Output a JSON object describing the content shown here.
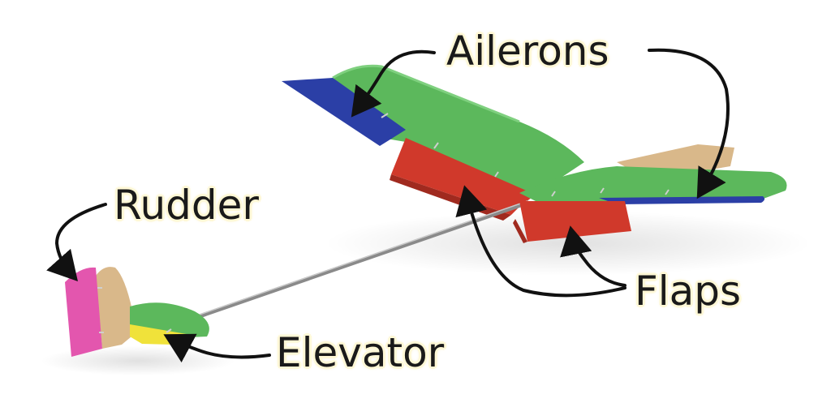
{
  "labels": {
    "ailerons": "Ailerons",
    "rudder": "Rudder",
    "flaps": "Flaps",
    "elevator": "Elevator"
  },
  "colors": {
    "wing": "#5cb85c",
    "aileron": "#2b3fa6",
    "flap": "#d0392b",
    "rudder": "#e356ae",
    "elevator": "#f0e23a",
    "balsa": "#d9b88a",
    "fuselage": "#8a8a8a",
    "arrow": "#111111"
  }
}
